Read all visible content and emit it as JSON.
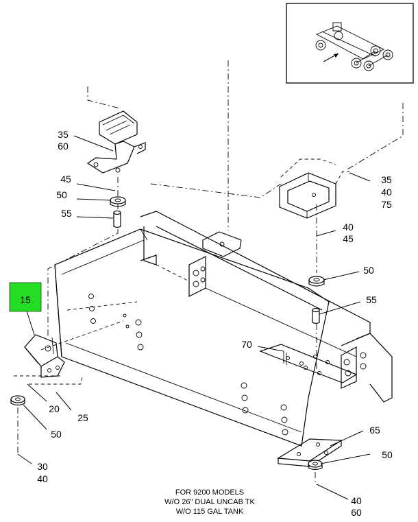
{
  "highlight": {
    "label": "15",
    "color": "#22dd22"
  },
  "callouts": [
    {
      "id": "c-35-60",
      "lines": [
        "35",
        "60"
      ]
    },
    {
      "id": "c-45",
      "lines": [
        "45"
      ]
    },
    {
      "id": "c-50-a",
      "lines": [
        "50"
      ]
    },
    {
      "id": "c-55-a",
      "lines": [
        "55"
      ]
    },
    {
      "id": "c-35-40-75",
      "lines": [
        "35",
        "40",
        "75"
      ]
    },
    {
      "id": "c-40-45",
      "lines": [
        "40",
        "45"
      ]
    },
    {
      "id": "c-50-b",
      "lines": [
        "50"
      ]
    },
    {
      "id": "c-55-b",
      "lines": [
        "55"
      ]
    },
    {
      "id": "c-70",
      "lines": [
        "70"
      ]
    },
    {
      "id": "c-20",
      "lines": [
        "20"
      ]
    },
    {
      "id": "c-25",
      "lines": [
        "25"
      ]
    },
    {
      "id": "c-50-c",
      "lines": [
        "50"
      ]
    },
    {
      "id": "c-30-40",
      "lines": [
        "30",
        "40"
      ]
    },
    {
      "id": "c-65",
      "lines": [
        "65"
      ]
    },
    {
      "id": "c-50-d",
      "lines": [
        "50"
      ]
    },
    {
      "id": "c-40-60",
      "lines": [
        "40",
        "60"
      ]
    }
  ],
  "caption": [
    "FOR 9200 MODELS",
    "W/O 26\" DUAL UNCAB TK",
    "W/O 115 GAL TANK"
  ]
}
